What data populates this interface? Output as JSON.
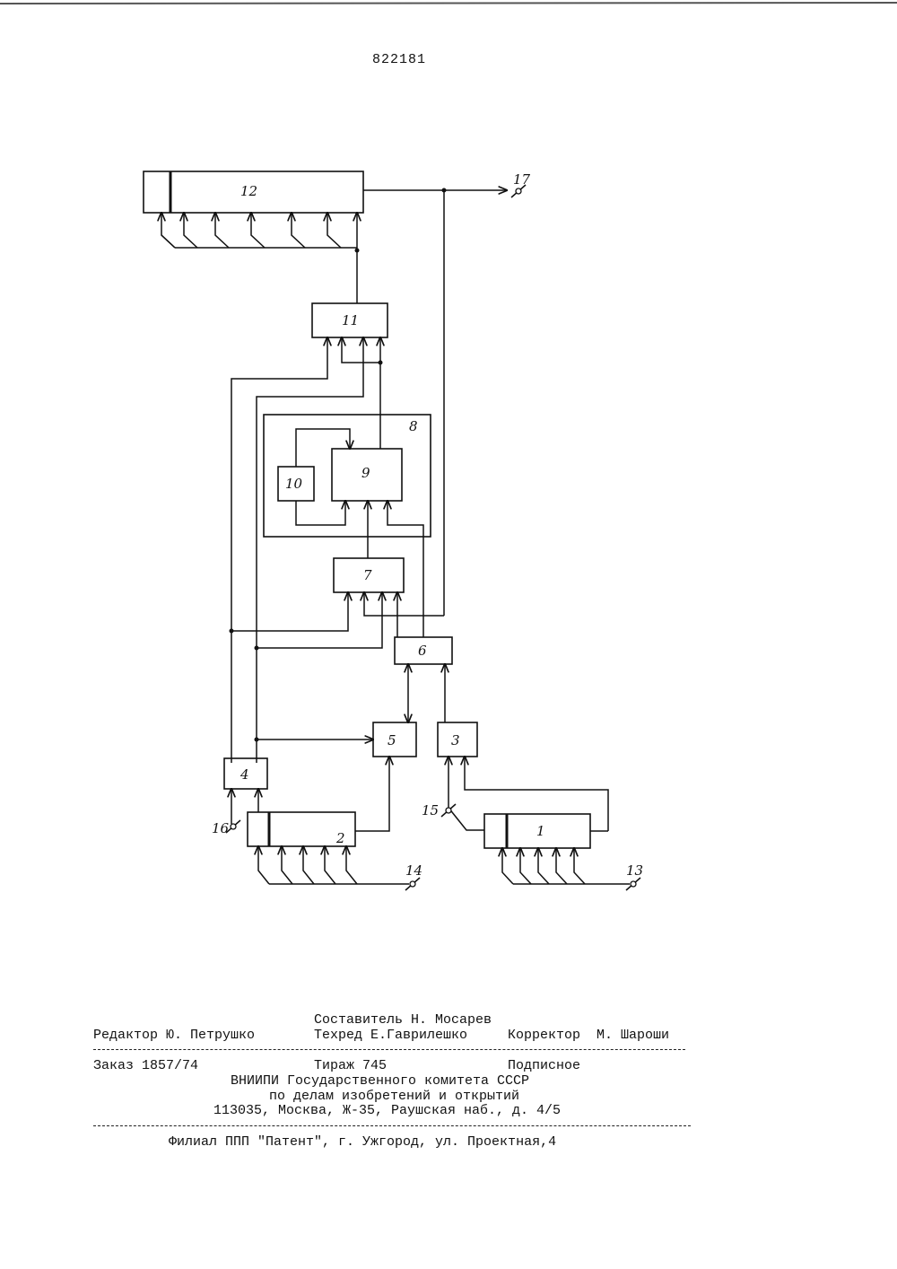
{
  "patent_number": "822181",
  "diagram": {
    "blocks": [
      {
        "id": "b12",
        "label": "12"
      },
      {
        "id": "b11",
        "label": "11"
      },
      {
        "id": "b8",
        "label": "8"
      },
      {
        "id": "b9",
        "label": "9"
      },
      {
        "id": "b10",
        "label": "10"
      },
      {
        "id": "b7",
        "label": "7"
      },
      {
        "id": "b6",
        "label": "6"
      },
      {
        "id": "b5",
        "label": "5"
      },
      {
        "id": "b3",
        "label": "3"
      },
      {
        "id": "b4",
        "label": "4"
      },
      {
        "id": "b2",
        "label": "2"
      },
      {
        "id": "b1",
        "label": "1"
      }
    ],
    "terminals": [
      {
        "id": "t17",
        "label": "17"
      },
      {
        "id": "t16",
        "label": "16"
      },
      {
        "id": "t15",
        "label": "15"
      },
      {
        "id": "t14",
        "label": "14"
      },
      {
        "id": "t13",
        "label": "13"
      }
    ]
  },
  "footer": {
    "compiler": "Составитель Н. Мосарев",
    "editor": "Редактор Ю. Петрушко",
    "techred": "Техред Е.Гаврилешко",
    "corrector": "Корректор  М. Шароши",
    "order": "Заказ 1857/74",
    "circulation": "Тираж 745",
    "subscription": "Подписное",
    "org_line1": "ВНИИПИ Государственного комитета СССР",
    "org_line2": "по делам изобретений и открытий",
    "address": "113035, Москва, Ж-35, Раушская наб., д. 4/5",
    "branch": "Филиал ППП \"Патент\", г. Ужгород, ул. Проектная,4"
  }
}
